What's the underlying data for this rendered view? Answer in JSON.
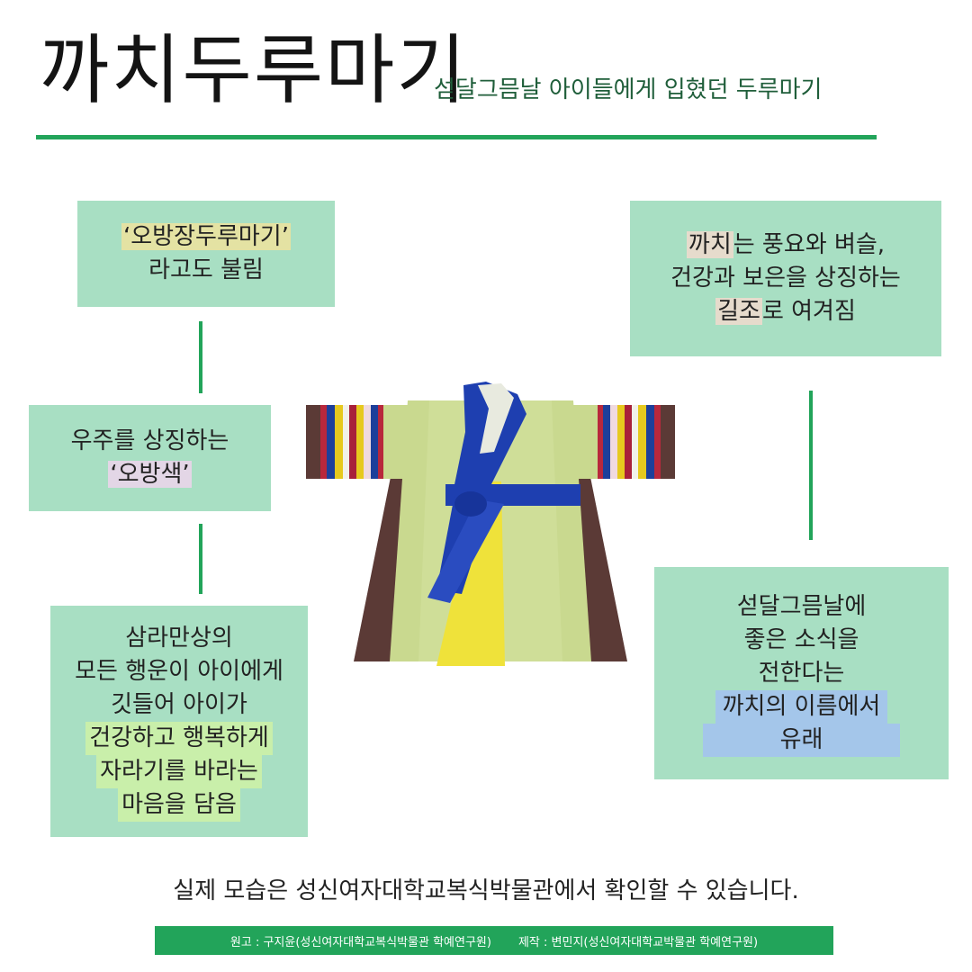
{
  "header": {
    "title": "까치두루마기",
    "subtitle": "섣달그믐날 아이들에게 입혔던 두루마기"
  },
  "boxes": {
    "obang_dool": {
      "highlight": "‘오방장두루마기’",
      "line2": "라고도 불림"
    },
    "obangsaek": {
      "line1": "우주를 상징하는",
      "highlight": "‘오방색’"
    },
    "samra": {
      "lines": [
        "삼라만상의",
        "모든 행운이 아이에게",
        "깃들어 아이가"
      ],
      "highlight_lines": [
        "건강하고 행복하게",
        "자라기를 바라는",
        "마음을 담음"
      ]
    },
    "kkachi_symbol": {
      "hl1": "까치",
      "line1_rest": "는 풍요와 벼슬,",
      "line2": "건강과 보은을 상징하는",
      "hl2": "길조",
      "line3_rest": "로 여겨짐"
    },
    "origin": {
      "lines": [
        "섣달그믐날에",
        "좋은 소식을",
        "전한다는"
      ],
      "highlight_lines": [
        "까치의 이름에서",
        "유래"
      ]
    }
  },
  "footer": {
    "note": "실제 모습은 성신여자대학교복식박물관에서 확인할 수 있습니다.",
    "credit_writer": "원고 : 구지윤(성신여자대학교복식박물관 학예연구원)",
    "credit_producer": "제작 : 변민지(성신여자대학교박물관 학예연구원)"
  },
  "image": {
    "subject": "kkachi-durumagi-robe",
    "icon": "hanbok-robe-illustration"
  },
  "colors": {
    "accent_green": "#22a45a",
    "box_green": "#a8dfc3",
    "highlight_yellow": "#e4e2a3",
    "highlight_pink": "#e3d6e6",
    "highlight_beige": "#e6dbcc",
    "highlight_lightgreen": "#c9efaa",
    "highlight_blue": "#a4c6ea"
  }
}
